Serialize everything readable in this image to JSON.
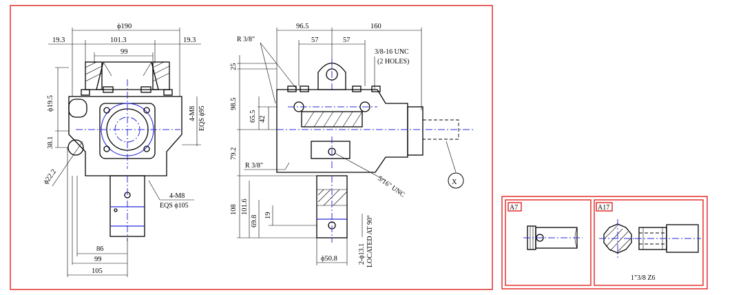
{
  "colors": {
    "frame": "#e0201c",
    "centerline": "#2b2bd8",
    "line": "#000000"
  },
  "front_view": {
    "dim_overall_width": "ϕ190",
    "dim_left_offset": "19.3",
    "dim_right_offset": "19.3",
    "dim_bolt_span": "101.3",
    "dim_inner_span": "99",
    "dim_left_boss": "ϕ19.5",
    "dim_left_height": "38.1",
    "dim_left_shaft": "ϕ22.2",
    "bolt_note_line1": "4-M8",
    "bolt_note_line2": "EQS ϕ95",
    "bottom_note_line1": "4-M8",
    "bottom_note_line2": "EQS ϕ105",
    "dim_bottom_1": "86",
    "dim_bottom_2": "99",
    "dim_bottom_3": "105"
  },
  "side_view": {
    "dim_top_1": "96.5",
    "dim_top_2": "160",
    "dim_top_3": "57",
    "dim_top_4": "57",
    "thread_note_top": "R 3/8\"",
    "thread_note_bottom": "R 3/8\"",
    "unc_note_line1": "3/8-16 UNC",
    "unc_note_line2": "(2 HOLES)",
    "dim_v_25": "25",
    "dim_v_98_5": "98.5",
    "dim_v_65_5": "65.5",
    "dim_v_42": "42",
    "dim_v_79_2": "79.2",
    "dim_v_108": "108",
    "dim_v_101_6": "101.6",
    "dim_v_69_8": "69.8",
    "dim_v_19": "19",
    "unc_note_side": "5/16\" UNC",
    "shaft_dia": "ϕ50.8",
    "hole_note_line1": "2-ϕ13.1",
    "hole_note_line2": "LOCATED AT 90°",
    "detail_marker": "X"
  },
  "detail_a7": {
    "tag": "A7"
  },
  "detail_a17": {
    "tag": "A17",
    "caption": "1\"3/8 Z6"
  }
}
